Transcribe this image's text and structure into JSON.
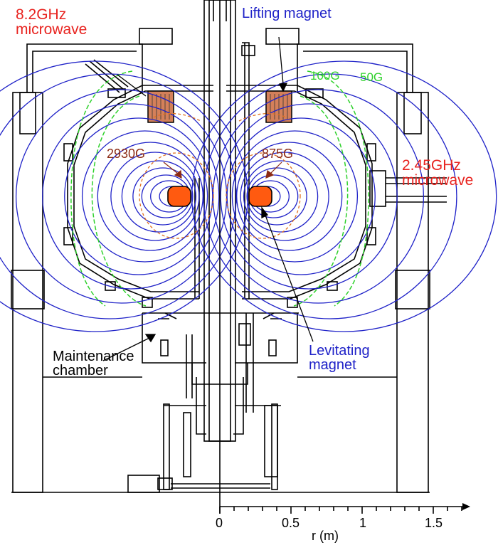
{
  "labels": {
    "microwave_82": "8.2GHz\nmicrowave",
    "lifting_magnet": "Lifting magnet",
    "g100": "100G",
    "g50": "50G",
    "g2930": "2930G",
    "g875": "875G",
    "microwave_245": "2.45GHz\nmicrowave",
    "levitating_magnet": "Levitating\nmagnet",
    "maintenance_chamber": "Maintenance\nchamber"
  },
  "axis": {
    "ticks": [
      "0",
      "0.5",
      "1",
      "1.5"
    ],
    "xlabel": "r (m)"
  },
  "colors": {
    "field_lines": "#1f22c8",
    "contour_green": "#2ed12b",
    "contour_orange": "#e0701f",
    "plasma_core": "#ff5a10",
    "label_red": "#e8231f"
  }
}
